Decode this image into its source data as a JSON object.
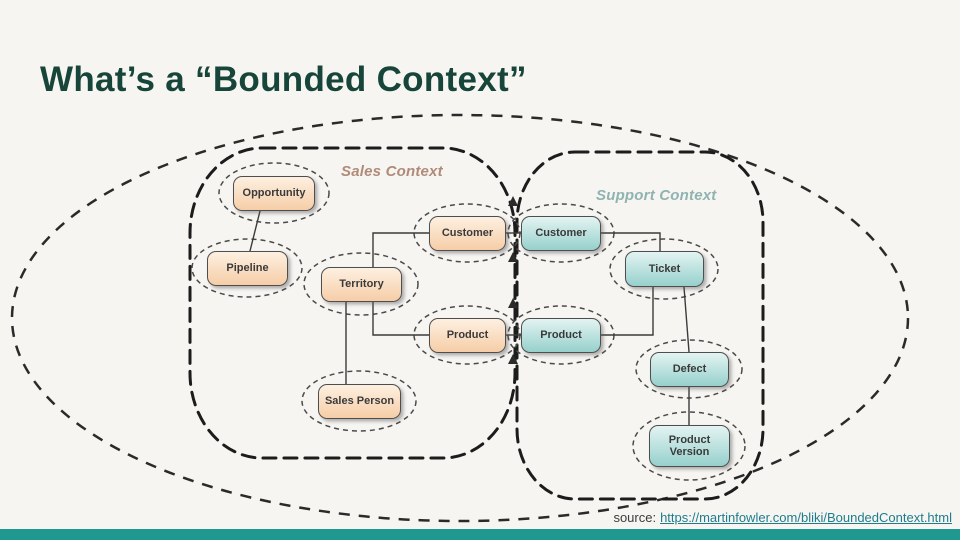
{
  "slide": {
    "title": "What’s a “Bounded Context”",
    "background_color": "#f7f5f2",
    "accent_bar_color": "#1f998f"
  },
  "diagram": {
    "contexts": [
      {
        "id": "sales",
        "label": "Sales Context",
        "label_color": "#b08b79",
        "box_fill": "#f6cda7"
      },
      {
        "id": "support",
        "label": "Support Context",
        "label_color": "#8fb3b1",
        "box_fill": "#96d0cc"
      }
    ],
    "entities": [
      {
        "label": "Opportunity",
        "context": "sales"
      },
      {
        "label": "Pipeline",
        "context": "sales"
      },
      {
        "label": "Territory",
        "context": "sales"
      },
      {
        "label": "Customer",
        "context": "sales"
      },
      {
        "label": "Product",
        "context": "sales"
      },
      {
        "label": "Sales Person",
        "context": "sales"
      },
      {
        "label": "Customer",
        "context": "support"
      },
      {
        "label": "Product",
        "context": "support"
      },
      {
        "label": "Ticket",
        "context": "support"
      },
      {
        "label": "Defect",
        "context": "support"
      },
      {
        "label": "Product Version",
        "context": "support"
      }
    ],
    "relations": [
      "Opportunity-Pipeline",
      "Territory-Customer",
      "Territory-Product",
      "Territory-Sales Person",
      "Customer(Sales)-Customer(Support)",
      "Product(Sales)-Product(Support)",
      "Customer-Ticket",
      "Ticket-Product",
      "Ticket-Defect",
      "Defect-Product Version"
    ]
  },
  "footer": {
    "source_label": "source:",
    "source_url": "https://martinfowler.com/bliki/BoundedContext.html"
  }
}
